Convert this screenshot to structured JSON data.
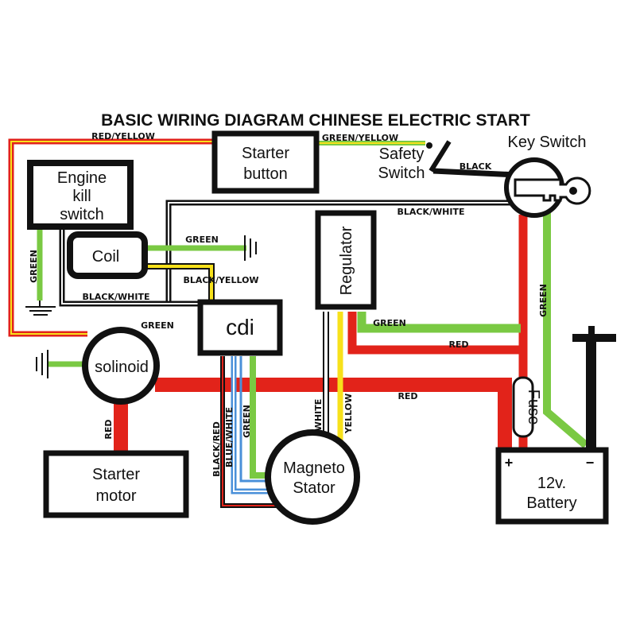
{
  "title": "BASIC WIRING DIAGRAM CHINESE ELECTRIC START",
  "components": {
    "starter_button": [
      "Starter",
      "button"
    ],
    "engine_kill_switch": [
      "Engine",
      "kill",
      "switch"
    ],
    "coil": "Coil",
    "cdi": "cdi",
    "regulator": "Regulator",
    "solenoid": "solinoid",
    "starter_motor": [
      "Starter",
      "motor"
    ],
    "magneto_stator": [
      "Magneto",
      "Stator"
    ],
    "battery": [
      "12v.",
      "Battery"
    ],
    "fuse": "Fuse",
    "key_switch": "Key Switch",
    "safety_switch": [
      "Safety",
      "Switch"
    ],
    "battery_plus": "+",
    "battery_minus": "−"
  },
  "wire_labels": {
    "red_yellow": "RED/YELLOW",
    "green_yellow": "GREEN/YELLOW",
    "black_key": "BLACK",
    "black_white_top": "BLACK/WHITE",
    "green_coil": "GREEN",
    "green_kill": "GREEN",
    "black_yellow": "BLACK/YELLOW",
    "black_white_left": "BLACK/WHITE",
    "green_cdi": "GREEN",
    "green_regulator": "GREEN",
    "red_regulator": "RED",
    "green_key": "GREEN",
    "red_main": "RED",
    "red_motor": "RED",
    "black_red": "BLACK/RED",
    "blue_white": "BLUE/WHITE",
    "green_stator": "GREEN",
    "white": "WHITE",
    "yellow": "YELLOW"
  },
  "colors": {
    "red": "#e2231a",
    "green": "#7ac943",
    "yellow": "#f7e11b",
    "blue": "#4a90d9",
    "black": "#111111"
  }
}
